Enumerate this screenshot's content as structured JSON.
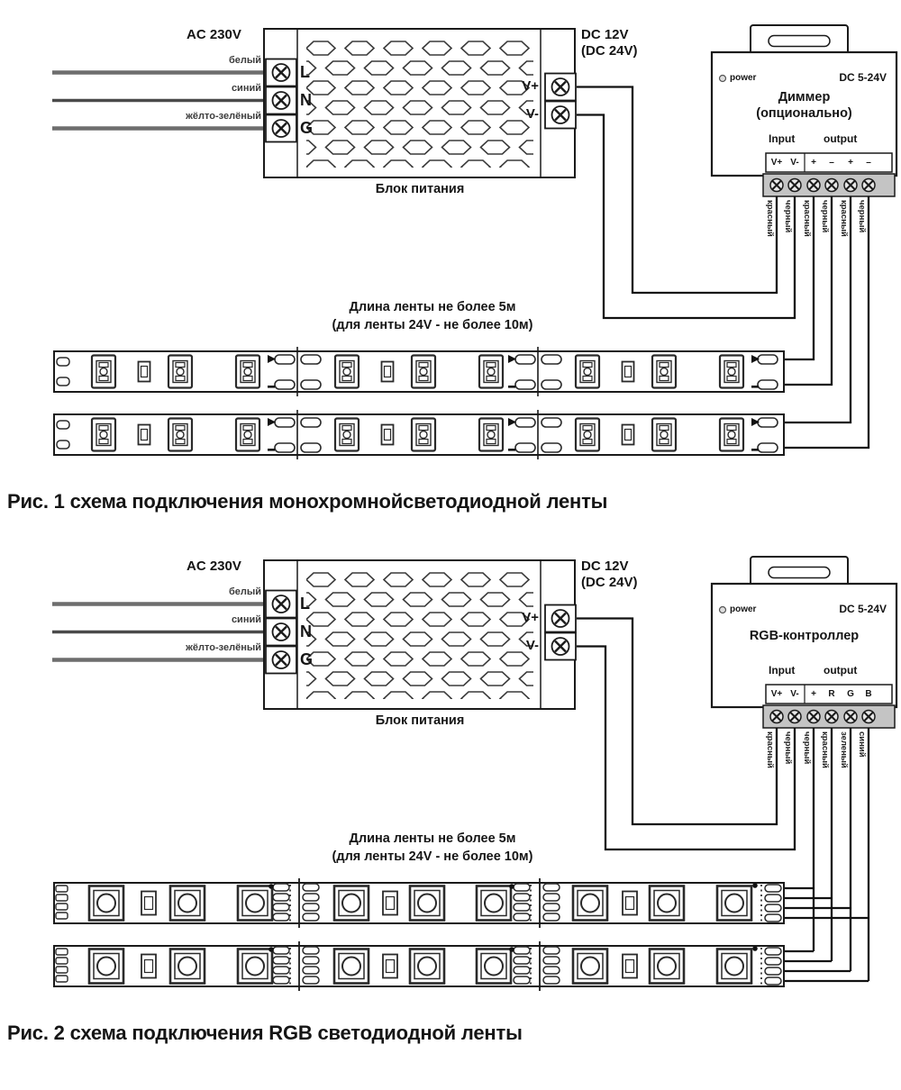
{
  "fig1": {
    "ac_label": "AC 230V",
    "dc_labels": [
      "DC 12V",
      "(DC 24V)"
    ],
    "input_wire_labels": [
      "белый",
      "синий",
      "жёлто-зелёный"
    ],
    "psu_terminals": [
      "L",
      "N",
      "G"
    ],
    "psu_outputs": [
      "V+",
      "V-"
    ],
    "psu_label": "Блок питания",
    "controller": {
      "power_label": "power",
      "voltage_label": "DC 5-24V",
      "title_lines": [
        "Диммер",
        "(опционально)"
      ],
      "input_label": "Input",
      "output_label": "output",
      "terminals": [
        "V+",
        "V-",
        "+",
        "–",
        "+",
        "–"
      ],
      "wire_labels": [
        "красный",
        "черный",
        "красный",
        "черный",
        "красный",
        "черный"
      ]
    },
    "strip_note_lines": [
      "Длина ленты не более 5м",
      "(для ленты 24V - не более 10м)"
    ],
    "caption": "Рис. 1 схема подключения монохромнойсветодиодной ленты"
  },
  "fig2": {
    "ac_label": "AC 230V",
    "dc_labels": [
      "DC 12V",
      "(DC 24V)"
    ],
    "input_wire_labels": [
      "белый",
      "синий",
      "жёлто-зелёный"
    ],
    "psu_terminals": [
      "L",
      "N",
      "G"
    ],
    "psu_outputs": [
      "V+",
      "V-"
    ],
    "psu_label": "Блок питания",
    "controller": {
      "power_label": "power",
      "voltage_label": "DC 5-24V",
      "title_lines": [
        "RGB-контроллер"
      ],
      "input_label": "Input",
      "output_label": "output",
      "terminals": [
        "V+",
        "V-",
        "+",
        "R",
        "G",
        "B"
      ],
      "wire_labels": [
        "красный",
        "черный",
        "черный",
        "красный",
        "зеленый",
        "синий"
      ]
    },
    "strip_note_lines": [
      "Длина ленты не более 5м",
      "(для ленты 24V - не более 10м)"
    ],
    "caption": "Рис. 2 схема подключения RGB светодиодной ленты"
  },
  "colors": {
    "line": "#1a1a1a",
    "ac_wire": "#6e6e6e",
    "screw_strip": "#c4c4c4"
  }
}
